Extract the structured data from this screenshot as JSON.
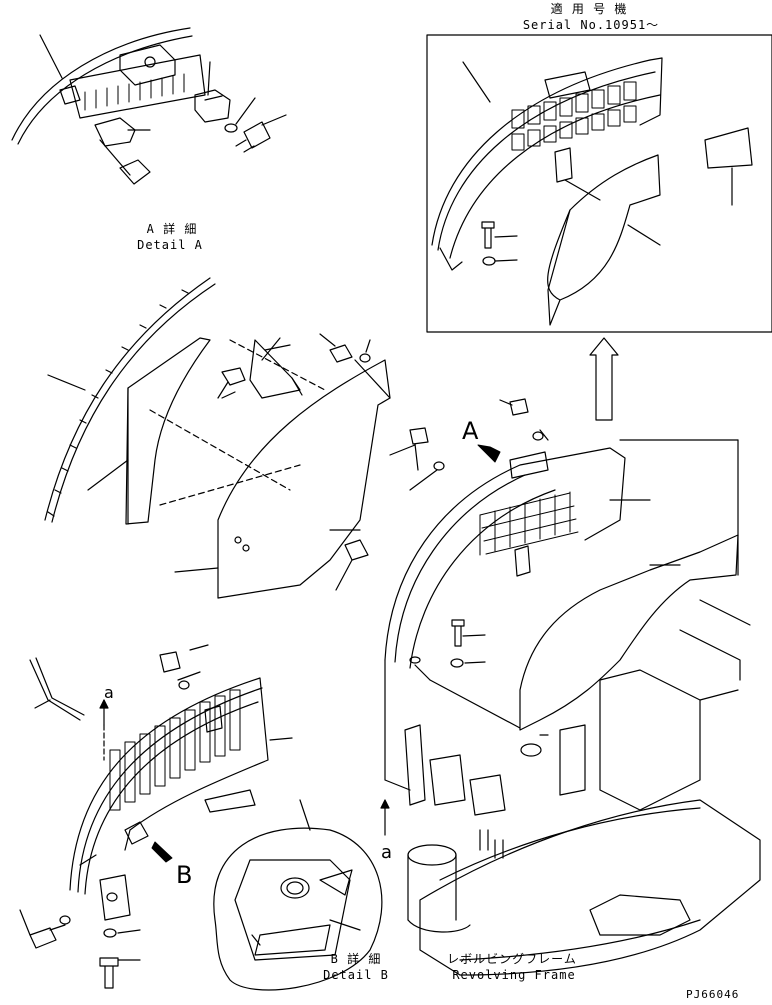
{
  "serial_box": {
    "jp": "適 用 号 機",
    "en": "Serial No.10951～"
  },
  "detail_a": {
    "jp": "A 詳 細",
    "en": "Detail A"
  },
  "detail_b": {
    "jp": "B 詳 細",
    "en": "Detail B"
  },
  "revolving_frame": {
    "jp": "レボルビングフレーム",
    "en": "Revolving Frame"
  },
  "view_markers": {
    "a_top": "a",
    "a_bottom": "a",
    "A": "A",
    "B": "B"
  },
  "drawing_number": "PJ66046"
}
